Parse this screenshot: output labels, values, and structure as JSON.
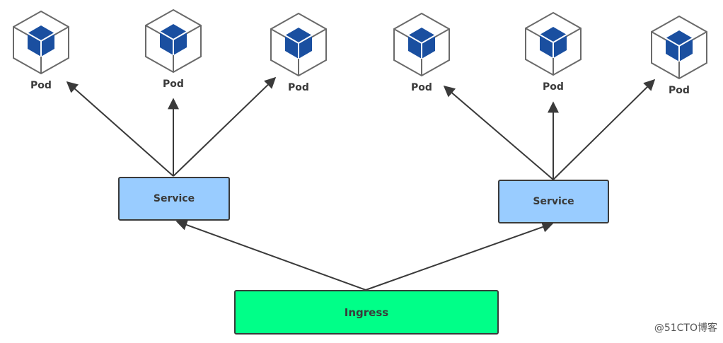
{
  "nodes": {
    "pods": [
      {
        "label": "Pod"
      },
      {
        "label": "Pod"
      },
      {
        "label": "Pod"
      },
      {
        "label": "Pod"
      },
      {
        "label": "Pod"
      },
      {
        "label": "Pod"
      }
    ],
    "services": [
      {
        "label": "Service"
      },
      {
        "label": "Service"
      }
    ],
    "ingress": {
      "label": "Ingress"
    }
  },
  "colors": {
    "service_fill": "#99ccff",
    "ingress_fill": "#00ff88",
    "pod_cube": "#1a4fa0",
    "stroke": "#3a3a3a"
  },
  "watermark": "@51CTO博客"
}
